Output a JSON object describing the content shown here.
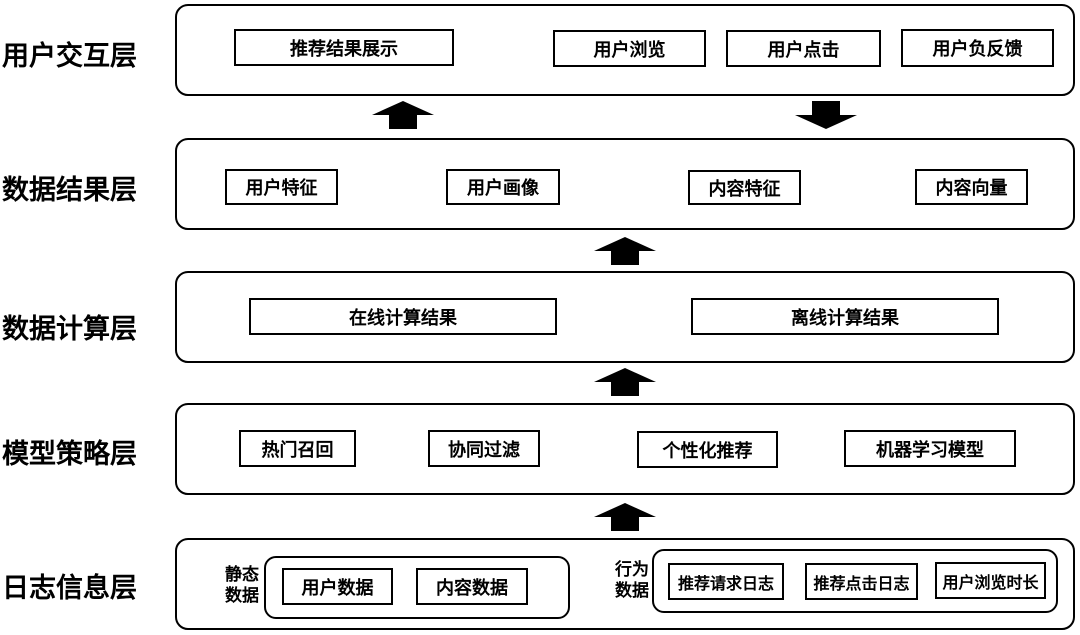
{
  "layers": {
    "interaction": {
      "label": "用户交互层",
      "items": [
        "推荐结果展示",
        "用户浏览",
        "用户点击",
        "用户负反馈"
      ]
    },
    "data_result": {
      "label": "数据结果层",
      "items": [
        "用户特征",
        "用户画像",
        "内容特征",
        "内容向量"
      ]
    },
    "data_compute": {
      "label": "数据计算层",
      "items": [
        "在线计算结果",
        "离线计算结果"
      ]
    },
    "model_strategy": {
      "label": "模型策略层",
      "items": [
        "热门召回",
        "协同过滤",
        "个性化推荐",
        "机器学习模型"
      ]
    },
    "log_info": {
      "label": "日志信息层",
      "static_group": {
        "label_line1": "静态",
        "label_line2": "数据",
        "items": [
          "用户数据",
          "内容数据"
        ]
      },
      "behavior_group": {
        "label_line1": "行为",
        "label_line2": "数据",
        "items": [
          "推荐请求日志",
          "推荐点击日志",
          "用户浏览时长"
        ]
      }
    }
  },
  "arrows": [
    {
      "from": "数据结果层",
      "to": "用户交互层",
      "direction": "up"
    },
    {
      "from": "用户交互层",
      "to": "数据结果层",
      "direction": "down"
    },
    {
      "from": "数据计算层",
      "to": "数据结果层",
      "direction": "up"
    },
    {
      "from": "模型策略层",
      "to": "数据计算层",
      "direction": "up"
    },
    {
      "from": "日志信息层",
      "to": "模型策略层",
      "direction": "up"
    }
  ],
  "colors": {
    "line": "#000000",
    "background": "#ffffff",
    "text": "#000000"
  }
}
